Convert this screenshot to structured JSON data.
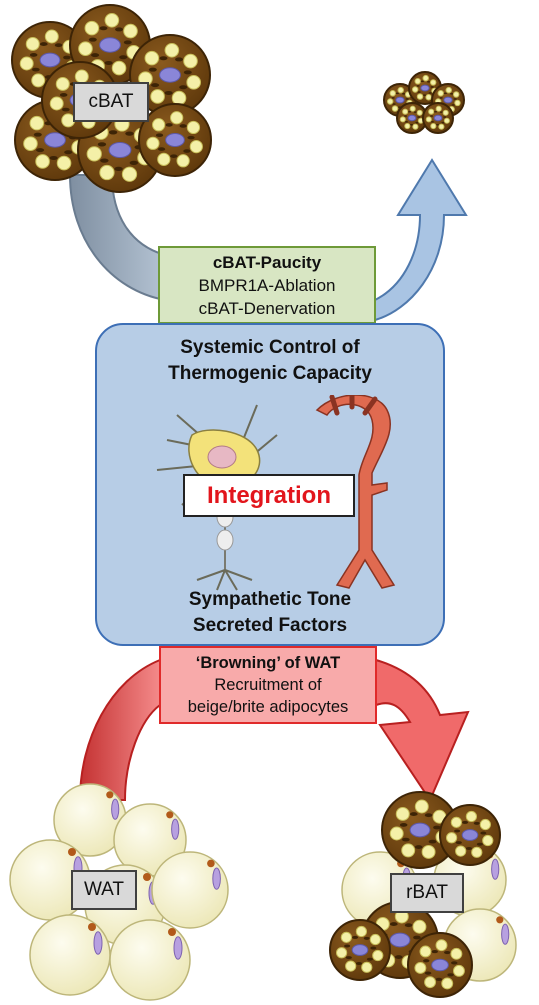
{
  "labels": {
    "cbat": "cBAT",
    "wat": "WAT",
    "rbat": "rBAT"
  },
  "paucity": {
    "title": "cBAT-Paucity",
    "line1": "BMPR1A-Ablation",
    "line2": "cBAT-Denervation"
  },
  "central": {
    "title_line1": "Systemic Control of",
    "title_line2": "Thermogenic Capacity",
    "integration": "Integration",
    "bottom_line1": "Sympathetic Tone",
    "bottom_line2": "Secreted Factors"
  },
  "browning": {
    "title": "‘Browning’ of WAT",
    "line1": "Recruitment of",
    "line2": "beige/brite adipocytes"
  },
  "colors": {
    "brown_cell": "#7a4a12",
    "brown_cell_dark": "#3d2406",
    "lipid_droplet": "#f4f0a8",
    "nucleus": "#8a86d8",
    "white_cell": "#f7f4d2",
    "blue_arrow": "#a9c4e3",
    "gray_arrow": "#8fa0b3",
    "red_arrow": "#f06a6a",
    "paucity_fill": "#d8e6c3",
    "central_fill": "#b7cde6",
    "browning_fill": "#f8aaaa",
    "integration_text": "#e2151c",
    "neuron": "#f3e27a",
    "artery": "#e06a50"
  }
}
